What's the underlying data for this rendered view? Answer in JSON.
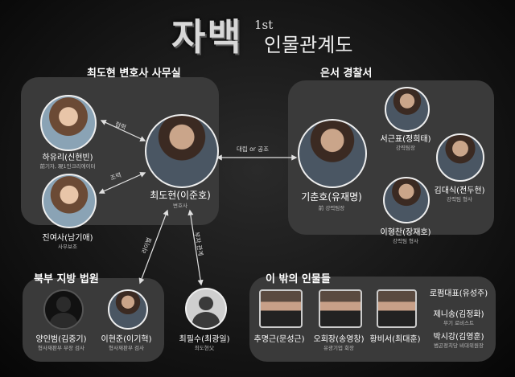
{
  "header": {
    "title": "자백",
    "episode": "1st",
    "subtitle": "인물관계도"
  },
  "groups": {
    "office": {
      "title": "최도현 변호사 사무실"
    },
    "police": {
      "title": "은서 경찰서"
    },
    "court": {
      "title": "북부 지방 법원"
    },
    "others": {
      "title": "이 밖의 인물들"
    }
  },
  "people": {
    "ha_yuri": {
      "name": "하유리(신현빈)",
      "role": "前기자, 現1인크리에이터"
    },
    "jin_yeosa": {
      "name": "진여사(남기애)",
      "role": "사무보조"
    },
    "choi_dohyun": {
      "name": "최도현(이준호)",
      "role": "변호사"
    },
    "gi_chunho": {
      "name": "기춘호(유재명)",
      "role": "前 강력팀장"
    },
    "seo_geunpyo": {
      "name": "서근표(정희태)",
      "role": "강력팀장"
    },
    "kim_daesik": {
      "name": "김대식(전두현)",
      "role": "강력팀 형사"
    },
    "lee_hyungchan": {
      "name": "이형찬(장재호)",
      "role": "강력팀 형사"
    },
    "yang_inbeom": {
      "name": "양인범(김중기)",
      "role": "형사재판부 부장 검사"
    },
    "lee_hyunjun": {
      "name": "이현준(이기혁)",
      "role": "형사재판부 검사"
    },
    "choi_pilsu": {
      "name": "최필수(최광일)",
      "role": "최도현父"
    },
    "chu_myunggeun": {
      "name": "추명근(문성근)",
      "role": ""
    },
    "oh_hoejang": {
      "name": "오회장(송영창)",
      "role": "유광기업 회장"
    },
    "hwang_biseo": {
      "name": "황비서(최대훈)",
      "role": ""
    },
    "robeom": {
      "name": "로펌대표(유성주)",
      "role": ""
    },
    "jenisong": {
      "name": "제니송(김정화)",
      "role": "무기 로비스트"
    },
    "park_sigang": {
      "name": "박시강(김영훈)",
      "role": "범곤정치당 비대위원장"
    }
  },
  "relations": {
    "dohyun_yuri": "협력",
    "dohyun_yeosa": "조력",
    "dohyun_chunho": "대립 or 공조",
    "dohyun_court": "라이벌",
    "dohyun_pilsu": "부자 관계"
  },
  "colors": {
    "group_bg": "#3a3a3a",
    "page_bg": "#111111",
    "line": "#e0e0e0"
  }
}
